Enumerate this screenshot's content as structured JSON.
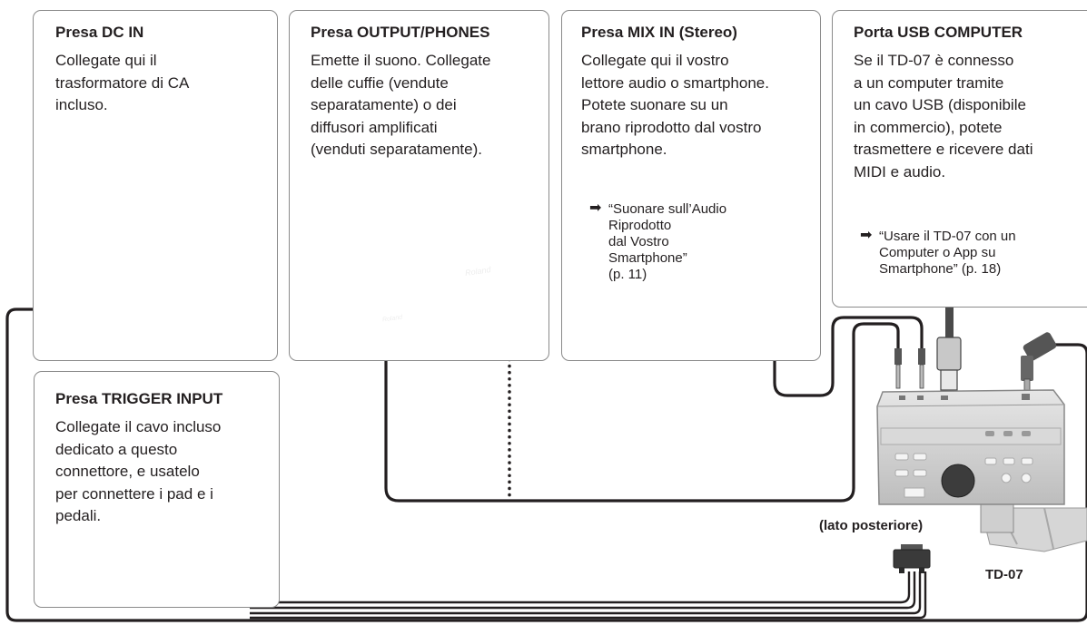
{
  "boxes": {
    "dc_in": {
      "title": "Presa DC IN",
      "lines": [
        "Collegate qui il",
        "trasformatore di CA",
        "incluso."
      ]
    },
    "output_phones": {
      "title": "Presa OUTPUT/PHONES",
      "lines": [
        "Emette il suono. Collegate",
        "delle cuffie (vendute",
        "separatamente) o dei",
        "diffusori amplificati",
        "(venduti separatamente)."
      ]
    },
    "mix_in": {
      "title": "Presa MIX IN (Stereo)",
      "lines": [
        "Collegate qui il vostro",
        "lettore audio o smartphone.",
        "Potete suonare su un",
        "brano riprodotto dal vostro",
        "smartphone."
      ],
      "ref_lines": [
        "“Suonare sull’Audio",
        "Riprodotto",
        "dal Vostro",
        "Smartphone”",
        "(p. 11)"
      ]
    },
    "usb_computer": {
      "title": "Porta USB COMPUTER",
      "lines": [
        "Se il TD-07 è connesso",
        "a un computer tramite",
        "un cavo USB (disponibile",
        "in commercio), potete",
        "trasmettere e ricevere dati",
        "MIDI e audio."
      ],
      "ref_lines": [
        "“Usare il TD-07 con un",
        "Computer o App su",
        "Smartphone” (p. 18)"
      ]
    },
    "trigger_input": {
      "title": "Presa TRIGGER INPUT",
      "lines": [
        "Collegate il cavo incluso",
        "dedicato a questo",
        "connettore, e usatelo",
        "per connettere i pad e i",
        "pedali."
      ]
    }
  },
  "labels": {
    "rear_side": "(lato posteriore)",
    "module_name": "TD-07",
    "brand_headphones": "Roland",
    "brand_amp": "Roland"
  },
  "icons": {
    "ref_arrow": "➡"
  },
  "colors": {
    "cable": "#231f20",
    "device_gray": "#cfcfcf",
    "box_border": "#8a8a8a"
  }
}
